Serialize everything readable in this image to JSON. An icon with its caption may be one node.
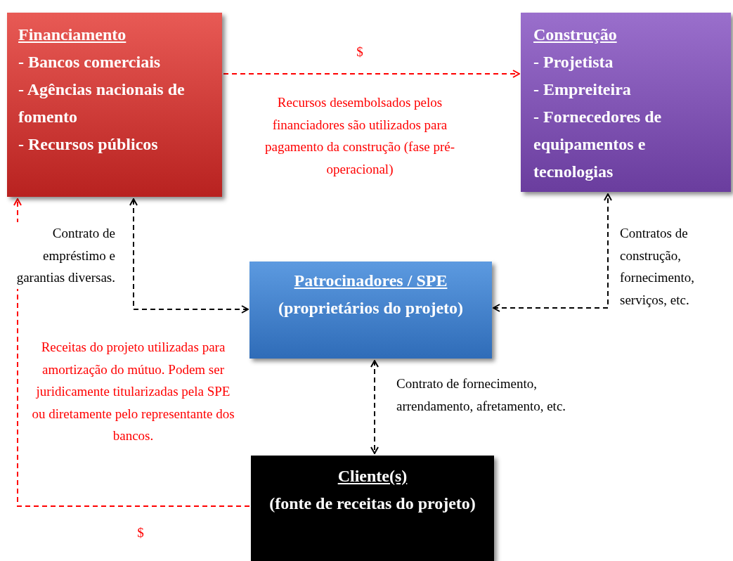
{
  "diagram": {
    "nodes": [
      {
        "text": [
          "Financiamento",
          "- Bancos comerciais",
          "- Agências nacionais de fomento",
          "- Recursos públicos"
        ]
      },
      {
        "text": [
          "Construção",
          "- Projetista",
          "- Empreiteira",
          "- Fornecedores de equipamentos e tecnologias"
        ]
      },
      {
        "text": [
          "Patrocinadores / SPE",
          "(proprietários do projeto)"
        ]
      },
      {
        "text": [
          "Cliente(s)",
          "(fonte de receitas do projeto)"
        ]
      }
    ],
    "edges": [
      {
        "from": 0,
        "to": 1,
        "arrow": "to",
        "label": "$",
        "style": "dashed",
        "color": "#ff0000"
      },
      {
        "from": 2,
        "to": 0,
        "arrow": "both",
        "label": "Contrato de empréstimo e garantias diversas.",
        "style": "dashed"
      },
      {
        "from": 2,
        "to": 1,
        "arrow": "both",
        "label": "Contratos de construção, fornecimento, serviços, etc.",
        "style": "dashed"
      },
      {
        "from": 2,
        "to": 3,
        "arrow": "both",
        "label": "Contrato de fornecimento, arrendamento, afretamento, etc.",
        "style": "dashed"
      },
      {
        "from": 3,
        "to": 0,
        "arrow": "to",
        "label": "$",
        "style": "dashed",
        "color": "#ff0000"
      }
    ],
    "labels": [
      "Recursos desembolsados pelos financiadores são utilizados para pagamento da construção (fase pré-operacional)",
      "Receitas do projeto utilizadas para amortização do mútuo. Podem ser juridicamente titularizadas pela SPE ou diretamente pelo representante dos bancos."
    ]
  }
}
